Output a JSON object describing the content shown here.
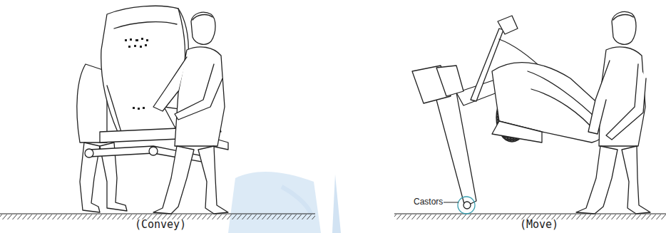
{
  "diagram": {
    "labels": [
      "Castors",
      "(Convey)",
      "(Move)"
    ]
  }
}
